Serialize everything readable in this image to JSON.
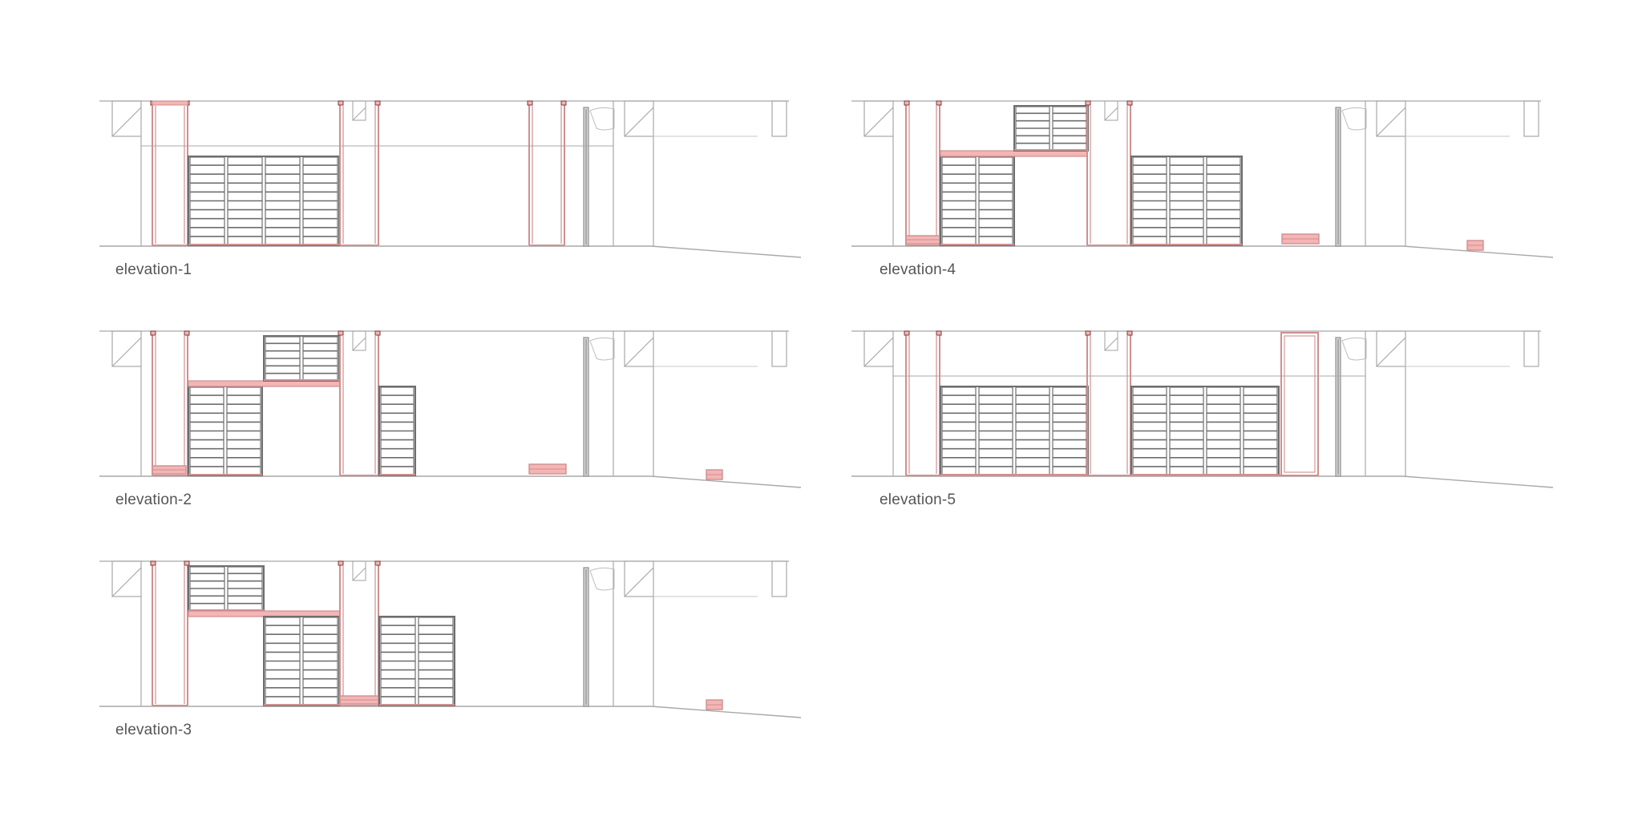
{
  "colors": {
    "background": "#ffffff",
    "structure_line": "#a8a8a8",
    "shelving": "#6e6e6e",
    "highlight_stroke": "#d08f8f",
    "highlight_fill": "#f3b5b5",
    "label": "#555555"
  },
  "elevations": [
    {
      "label": "elevation-1",
      "panel": "top-left",
      "shelf_units": [
        {
          "columns": 4,
          "rows": 10,
          "level": "floor"
        }
      ],
      "red_frames": 4
    },
    {
      "label": "elevation-4",
      "panel": "top-right",
      "shelf_units": [
        {
          "columns": 2,
          "rows": 6,
          "level": "upper"
        },
        {
          "columns": 2,
          "rows": 10,
          "level": "floor"
        },
        {
          "columns": 3,
          "rows": 10,
          "level": "floor"
        }
      ],
      "red_frames": 3
    },
    {
      "label": "elevation-2",
      "panel": "middle-left",
      "shelf_units": [
        {
          "columns": 2,
          "rows": 6,
          "level": "upper"
        },
        {
          "columns": 2,
          "rows": 10,
          "level": "floor"
        },
        {
          "columns": 1,
          "rows": 10,
          "level": "floor"
        }
      ],
      "red_frames": 3
    },
    {
      "label": "elevation-5",
      "panel": "middle-right",
      "shelf_units": [
        {
          "columns": 4,
          "rows": 10,
          "level": "floor"
        },
        {
          "columns": 4,
          "rows": 10,
          "level": "floor"
        }
      ],
      "red_frames": 4
    },
    {
      "label": "elevation-3",
      "panel": "bottom-left",
      "shelf_units": [
        {
          "columns": 2,
          "rows": 6,
          "level": "upper"
        },
        {
          "columns": 2,
          "rows": 10,
          "level": "floor"
        },
        {
          "columns": 2,
          "rows": 10,
          "level": "floor"
        }
      ],
      "red_frames": 3
    }
  ]
}
